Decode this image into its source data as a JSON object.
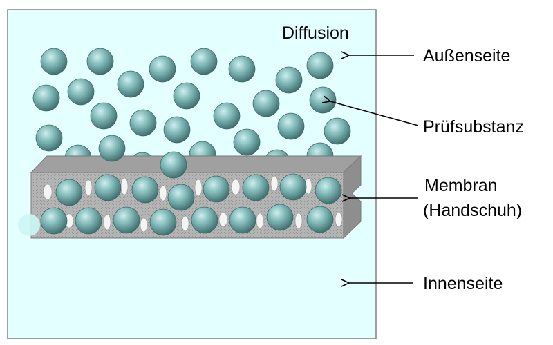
{
  "diagram": {
    "title": "Diffusion",
    "labels": {
      "outside": "Außenseite",
      "substance": "Prüfsubstanz",
      "membrane_line1": "Membran",
      "membrane_line2": "(Handschuh)",
      "inside": "Innenseite"
    },
    "colors": {
      "chamber_fill": "#e4ffff",
      "chamber_border": "#808080",
      "particle": "#5f9a9a",
      "membrane_front": "#b4b4b4",
      "membrane_top": "#a0a0a0",
      "pore": "#f4f4f4"
    }
  }
}
